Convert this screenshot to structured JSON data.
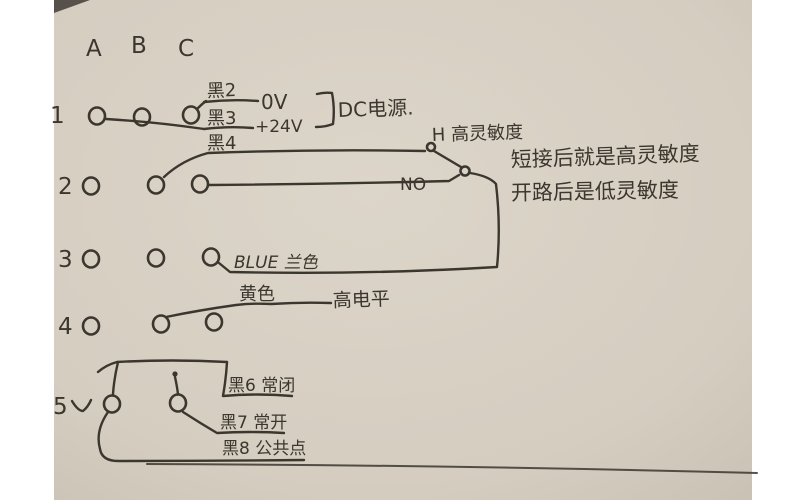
{
  "photo": {
    "paper_color": "#d6cec1",
    "ink_color": "#3b362e",
    "margin_color": "#ffffff"
  },
  "diagram": {
    "columns": [
      "A",
      "B",
      "C"
    ],
    "rows": [
      "1",
      "2",
      "3",
      "4",
      "5"
    ],
    "labels": {
      "black2": "黑2",
      "zero_v": "0V",
      "black3": "黑3",
      "plus_24v": "+24V",
      "black4": "黑4",
      "dc_power": "DC电源.",
      "h_high_sensitivity": "H 高灵敏度",
      "no": "NO",
      "note_short": "短接后就是高灵敏度",
      "note_open": "开路后是低灵敏度",
      "blue": "BLUE 兰色",
      "yellow": "黄色",
      "high_level": "高电平",
      "black6_nc": "黑6 常闭",
      "black7_no": "黑7 常开",
      "black8_common": "黑8 公共点"
    }
  }
}
